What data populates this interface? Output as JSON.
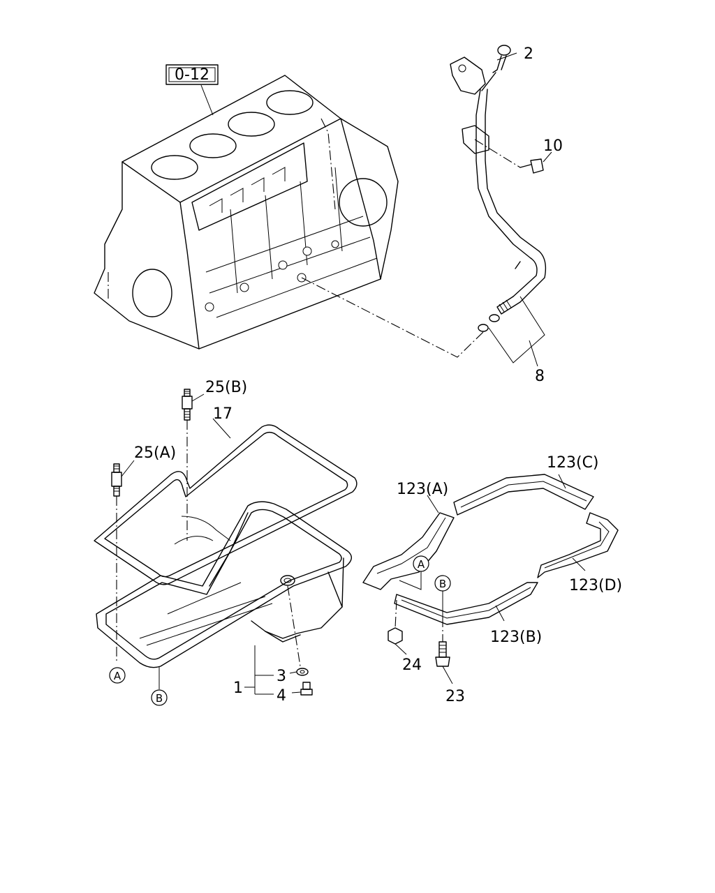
{
  "reference_box": "0-12",
  "labels": {
    "dipstick": "2",
    "bolt": "10",
    "o_ring": "8",
    "stud_b": "25(B)",
    "gasket": "17",
    "stud_a": "25(A)",
    "seal_a": "123(A)",
    "seal_c": "123(C)",
    "seal_d": "123(D)",
    "seal_b": "123(B)",
    "oil_pan": "1",
    "washer": "3",
    "drain_plug": "4",
    "nut": "24",
    "bolt_b": "23"
  },
  "markers": {
    "a": "A",
    "b": "B"
  }
}
